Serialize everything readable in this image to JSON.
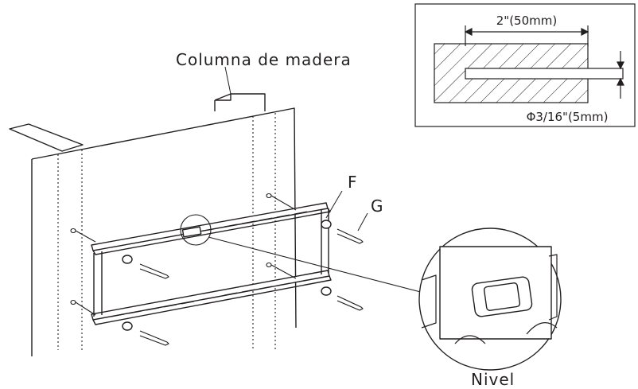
{
  "labels": {
    "wood_column": "Columna de madera",
    "part_f": "F",
    "part_g": "G",
    "level": "Nivel"
  },
  "inset": {
    "hole_depth": "2\"(50mm)",
    "hole_diameter": "Φ3/16\"(5mm)"
  }
}
